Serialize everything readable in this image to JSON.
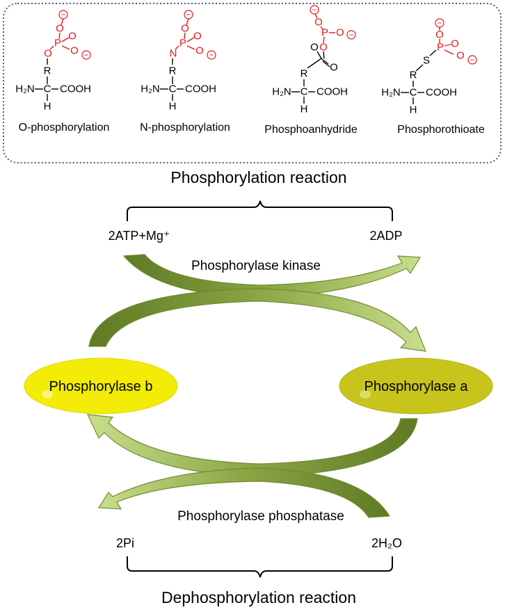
{
  "molecules": [
    {
      "name": "O-phosphorylation",
      "linker": "O"
    },
    {
      "name": "N-phosphorylation",
      "linker": "N"
    },
    {
      "name": "Phosphoanhydride",
      "linker": "O"
    },
    {
      "name": "Phosphorothioate",
      "linker": "S"
    }
  ],
  "atoms": {
    "phosphorus": "P",
    "oxygen": "O",
    "r_group": "R",
    "amine": "H₂N",
    "carbon": "C",
    "carboxyl": "COOH",
    "hydrogen": "H",
    "charge": "−"
  },
  "top_title": "Phosphorylation reaction",
  "bottom_title": "Dephosphorylation reaction",
  "reactants_top": {
    "left": "2ATP+Mg⁺",
    "right": "2ADP"
  },
  "reactants_bottom": {
    "left": "2Pi",
    "right": "2H₂O"
  },
  "enzymes": {
    "kinase": "Phosphorylase kinase",
    "phosphatase": "Phosphorylase phosphatase"
  },
  "states": {
    "b": "Phosphorylase b",
    "a": "Phosphorylase a"
  },
  "colors": {
    "phosphate_red": "#e8141b",
    "box_border": "#3d5a80",
    "arrow_green": "#7f9a3a",
    "arrow_light": "#c6dc8a",
    "state_b": "#f2ec06",
    "state_a": "#c7c51b"
  }
}
